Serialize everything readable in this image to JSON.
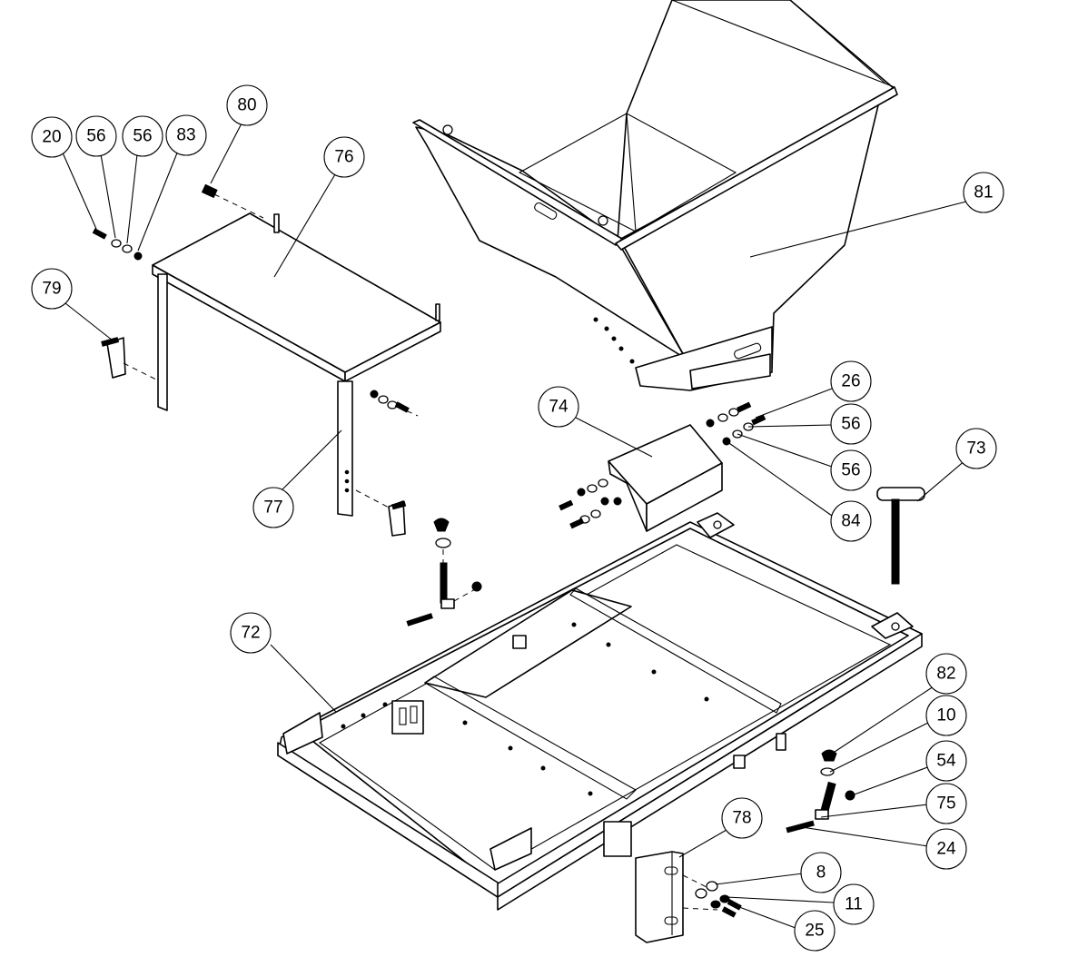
{
  "callouts": [
    {
      "id": "c20",
      "label": "20"
    },
    {
      "id": "c56a",
      "label": "56"
    },
    {
      "id": "c56b",
      "label": "56"
    },
    {
      "id": "c83",
      "label": "83"
    },
    {
      "id": "c80",
      "label": "80"
    },
    {
      "id": "c76",
      "label": "76"
    },
    {
      "id": "c81",
      "label": "81"
    },
    {
      "id": "c79",
      "label": "79"
    },
    {
      "id": "c77",
      "label": "77"
    },
    {
      "id": "c74",
      "label": "74"
    },
    {
      "id": "c26",
      "label": "26"
    },
    {
      "id": "c56c",
      "label": "56"
    },
    {
      "id": "c56d",
      "label": "56"
    },
    {
      "id": "c84",
      "label": "84"
    },
    {
      "id": "c73",
      "label": "73"
    },
    {
      "id": "c72",
      "label": "72"
    },
    {
      "id": "c82",
      "label": "82"
    },
    {
      "id": "c10",
      "label": "10"
    },
    {
      "id": "c54",
      "label": "54"
    },
    {
      "id": "c75",
      "label": "75"
    },
    {
      "id": "c24",
      "label": "24"
    },
    {
      "id": "c78",
      "label": "78"
    },
    {
      "id": "c8",
      "label": "8"
    },
    {
      "id": "c11",
      "label": "11"
    },
    {
      "id": "c25",
      "label": "25"
    }
  ]
}
